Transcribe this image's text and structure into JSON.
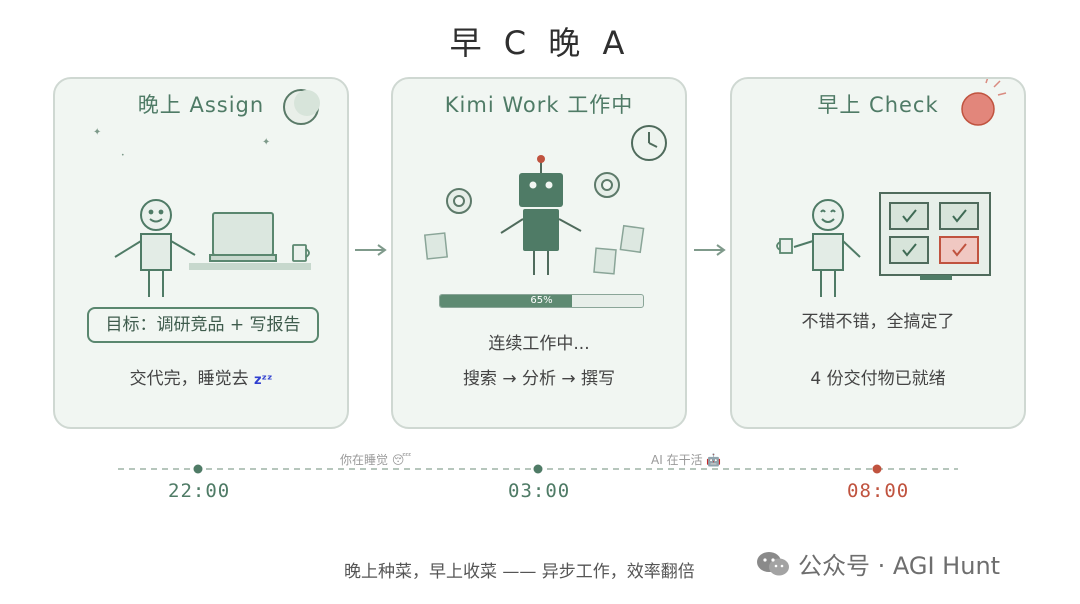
{
  "title": "早 C 晚 A",
  "panels": [
    {
      "heading": "晚上 Assign",
      "goal": "目标：调研竞品 + 写报告",
      "status": "交代完，睡觉去",
      "status_suffix": "zᶻᶻ"
    },
    {
      "heading": "Kimi Work 工作中",
      "progress": 65,
      "progress_label": "65%",
      "status": "连续工作中...",
      "steps": "搜索 → 分析 → 撰写"
    },
    {
      "heading": "早上 Check",
      "status": "不错不错，全搞定了",
      "result": "4 份交付物已就绪"
    }
  ],
  "timeline": {
    "times": [
      "22:00",
      "03:00",
      "08:00"
    ],
    "notes": [
      "你在睡觉 😴",
      "AI 在干活 🤖"
    ]
  },
  "colors": {
    "accent_green": "#4f7b66",
    "accent_red": "#c0533f",
    "panel_bg": "#f1f6f2"
  },
  "footer": "晚上种菜，早上收菜 —— 异步工作，效率翻倍",
  "watermark": "公众号 · AGI Hunt"
}
